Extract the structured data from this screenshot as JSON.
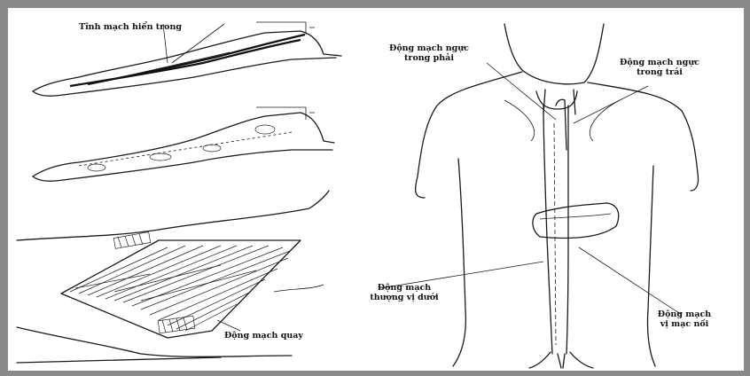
{
  "labels": {
    "saphenous_vein": "Tĩnh mạch hiển trong",
    "radial_artery": "Động mạch quay",
    "right_internal_mammary": [
      "Động mạch ngực",
      "trong phải"
    ],
    "left_internal_mammary": [
      "Động mạch ngực",
      "trong trái"
    ],
    "inferior_epigastric": [
      "Động mạch",
      "thượng vị dưới"
    ],
    "gastroepiploic": [
      "Động mạch",
      "vị mạc nối"
    ]
  },
  "colors": {
    "frame": "#8a8a8a",
    "ink": "#1a1a1a",
    "paper": "#ffffff"
  }
}
